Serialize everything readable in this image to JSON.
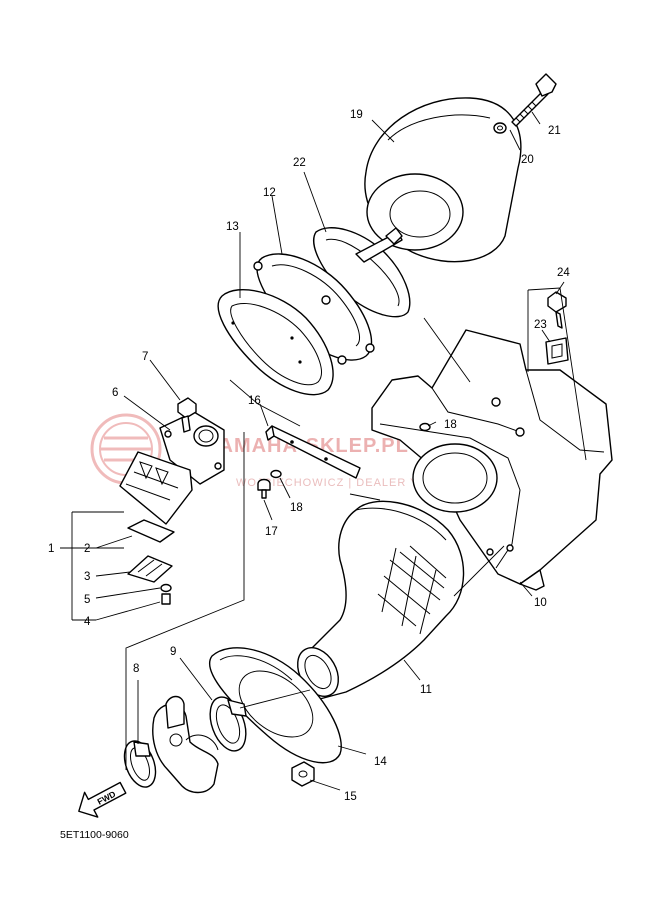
{
  "diagram": {
    "part_code": "5ET1100-9060",
    "fwd_label": "FWD",
    "watermark": {
      "brand": "YAMAHA-SKLEP.PL",
      "dealer": "WOJCIECHOWICZ | DEALER YAMAHA"
    },
    "callouts": [
      {
        "id": "c1",
        "label": "1"
      },
      {
        "id": "c2",
        "label": "2"
      },
      {
        "id": "c3",
        "label": "3"
      },
      {
        "id": "c4",
        "label": "4"
      },
      {
        "id": "c5",
        "label": "5"
      },
      {
        "id": "c6",
        "label": "6"
      },
      {
        "id": "c7",
        "label": "7"
      },
      {
        "id": "c8",
        "label": "8"
      },
      {
        "id": "c9",
        "label": "9"
      },
      {
        "id": "c10",
        "label": "10"
      },
      {
        "id": "c11",
        "label": "11"
      },
      {
        "id": "c12",
        "label": "12"
      },
      {
        "id": "c13",
        "label": "13"
      },
      {
        "id": "c14",
        "label": "14"
      },
      {
        "id": "c15",
        "label": "15"
      },
      {
        "id": "c16",
        "label": "16"
      },
      {
        "id": "c17",
        "label": "17"
      },
      {
        "id": "c18a",
        "label": "18"
      },
      {
        "id": "c18b",
        "label": "18"
      },
      {
        "id": "c19",
        "label": "19"
      },
      {
        "id": "c20",
        "label": "20"
      },
      {
        "id": "c21",
        "label": "21"
      },
      {
        "id": "c22",
        "label": "22"
      },
      {
        "id": "c23",
        "label": "23"
      },
      {
        "id": "c24",
        "label": "24"
      }
    ],
    "watermark_color": "#e9a4a4"
  }
}
